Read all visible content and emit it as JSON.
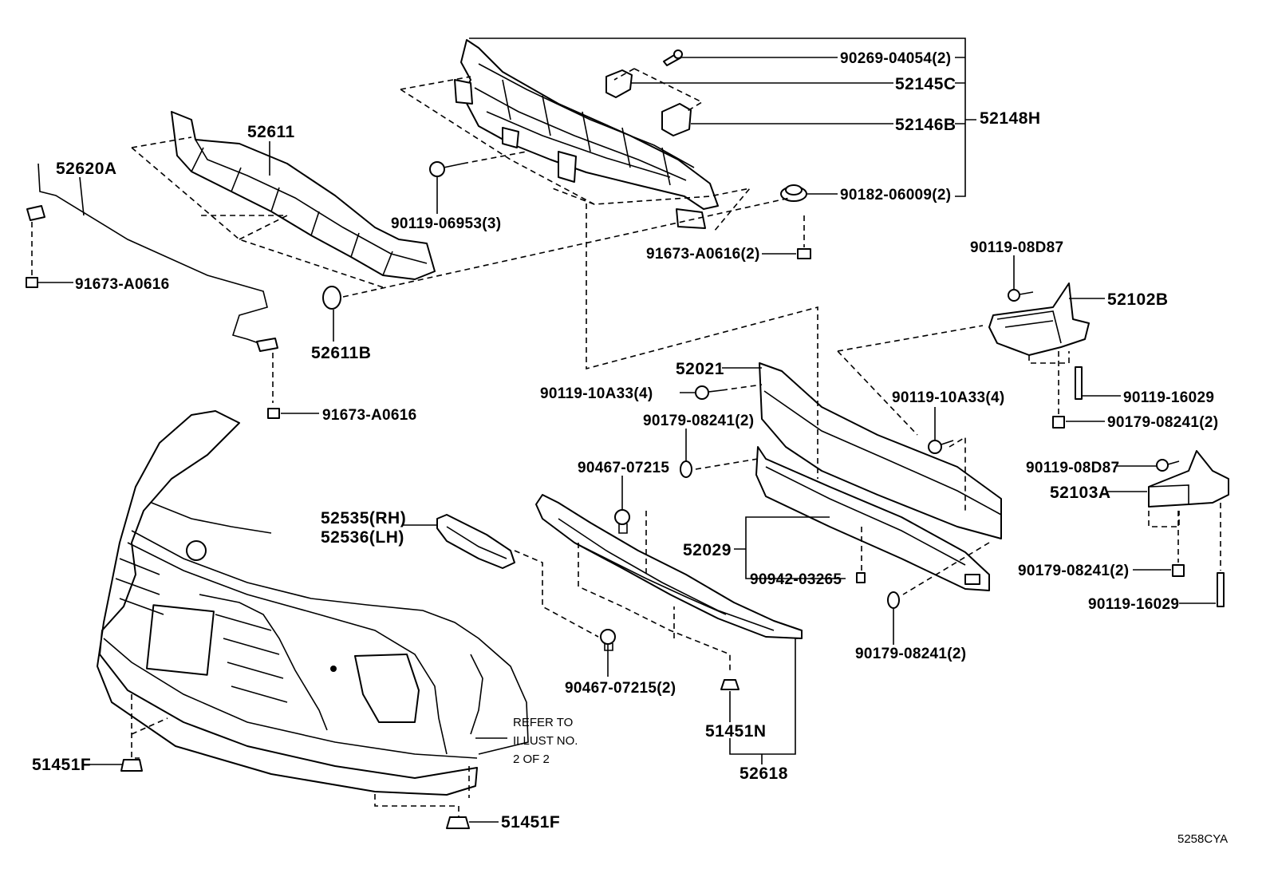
{
  "diagram_code": "5258CYA",
  "note": {
    "lines": [
      "REFER TO",
      "ILLUST NO.",
      "2 OF 2"
    ]
  },
  "parts": {
    "p90269_04054": "90269-04054(2)",
    "p52145C": "52145C",
    "p52146B": "52146B",
    "p52148H": "52148H",
    "p90182_06009": "90182-06009(2)",
    "p52611": "52611",
    "p52620A": "52620A",
    "p90119_06953": "90119-06953(3)",
    "p91673_A0616_2": "91673-A0616(2)",
    "p91673_A0616_a": "91673-A0616",
    "p91673_A0616_b": "91673-A0616",
    "p52611B": "52611B",
    "p90119_08D87_a": "90119-08D87",
    "p52102B": "52102B",
    "p52021": "52021",
    "p90119_10A33_left": "90119-10A33(4)",
    "p90119_10A33_right": "90119-10A33(4)",
    "p90119_16029_a": "90119-16029",
    "p90179_08241_a": "90179-08241(2)",
    "p90179_08241_b": "90179-08241(2)",
    "p90467_07215": "90467-07215",
    "p90119_08D87_b": "90119-08D87",
    "p52103A": "52103A",
    "p52535": "52535(RH)",
    "p52536": "52536(LH)",
    "p52029": "52029",
    "p90942_03265": "90942-03265",
    "p90179_08241_c": "90179-08241(2)",
    "p90119_16029_b": "90119-16029",
    "p90467_07215_2": "90467-07215(2)",
    "p90179_08241_d": "90179-08241(2)",
    "p51451N": "51451N",
    "p52618": "52618",
    "p51451F_a": "51451F",
    "p51451F_b": "51451F"
  }
}
